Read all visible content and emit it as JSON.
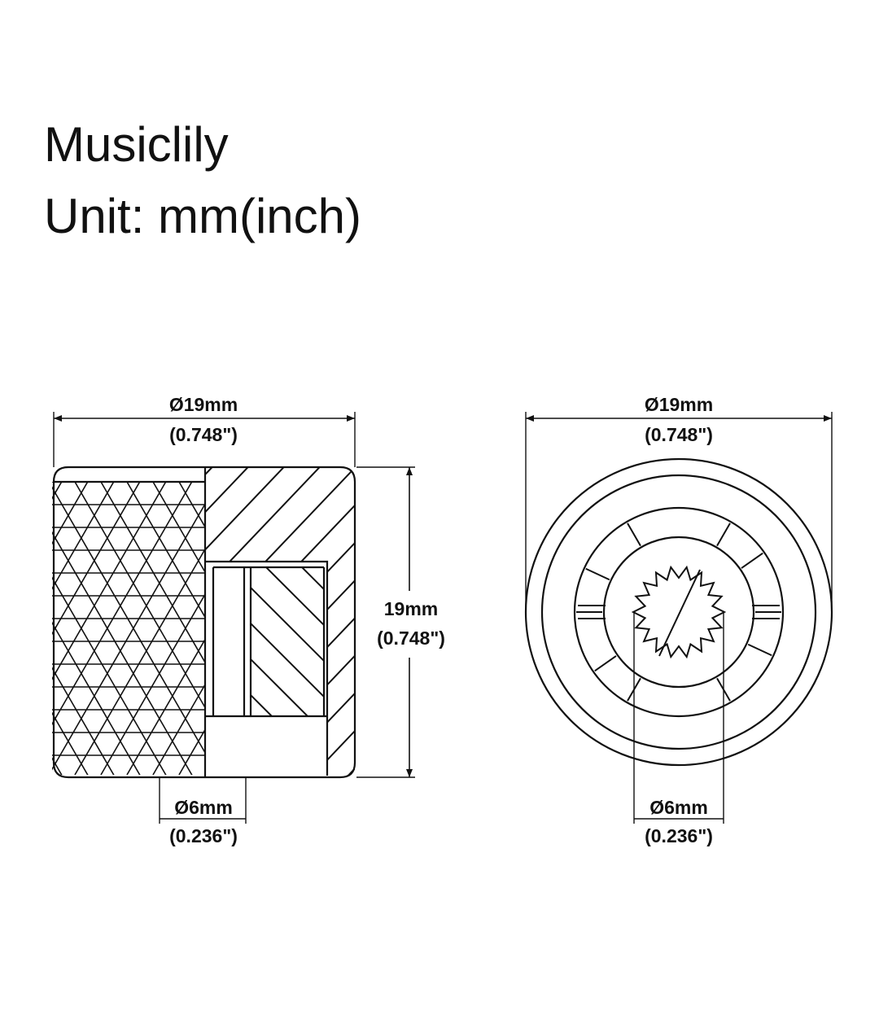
{
  "header": {
    "brand": "Musiclily",
    "unit_label": "Unit: mm(inch)"
  },
  "side_view": {
    "width_mm": "Ø19mm",
    "width_in": "(0.748\")",
    "height_mm": "19mm",
    "height_in": "(0.748\")",
    "shaft_mm": "Ø6mm",
    "shaft_in": "(0.236\")"
  },
  "top_view": {
    "width_mm": "Ø19mm",
    "width_in": "(0.748\")",
    "shaft_mm": "Ø6mm",
    "shaft_in": "(0.236\")"
  },
  "colors": {
    "line": "#111111",
    "background": "#ffffff"
  }
}
